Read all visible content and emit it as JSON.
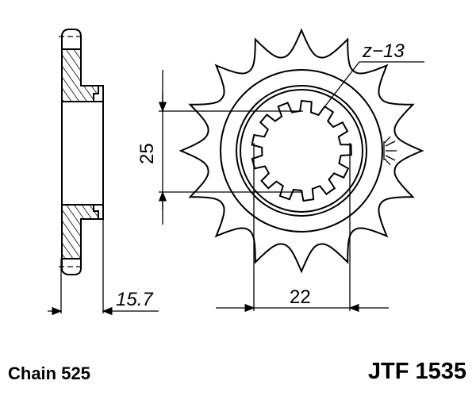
{
  "drawing": {
    "sprocket_teeth_label": "z−13",
    "dim_bore": "25",
    "dim_width": "22",
    "dim_thickness": "15.7"
  },
  "footer": {
    "chain": "Chain 525",
    "part_number": "JTF 1535"
  },
  "colors": {
    "line": "#000000",
    "background": "#ffffff"
  }
}
